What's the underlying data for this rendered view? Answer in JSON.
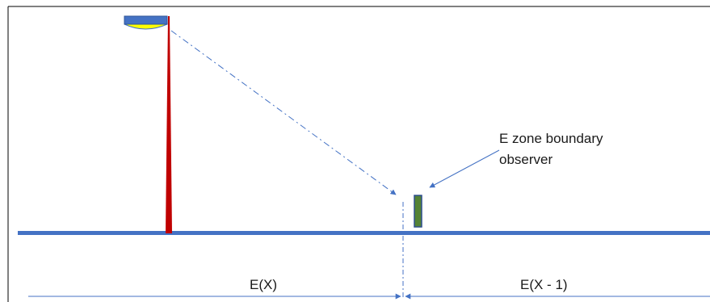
{
  "diagram": {
    "annotation": {
      "line1": "E zone boundary",
      "line2": "observer"
    },
    "left_zone_label": "E(X)",
    "right_zone_label": "E(X - 1)",
    "colors": {
      "ground": "#4472c4",
      "pole": "#c00000",
      "luminaire_housing": "#4472c4",
      "luminaire_lens": "#ffff00",
      "observer": "#548235",
      "observer_outline": "#2f4f8f",
      "sight_line": "#4472c4",
      "frame": "#000000"
    }
  }
}
